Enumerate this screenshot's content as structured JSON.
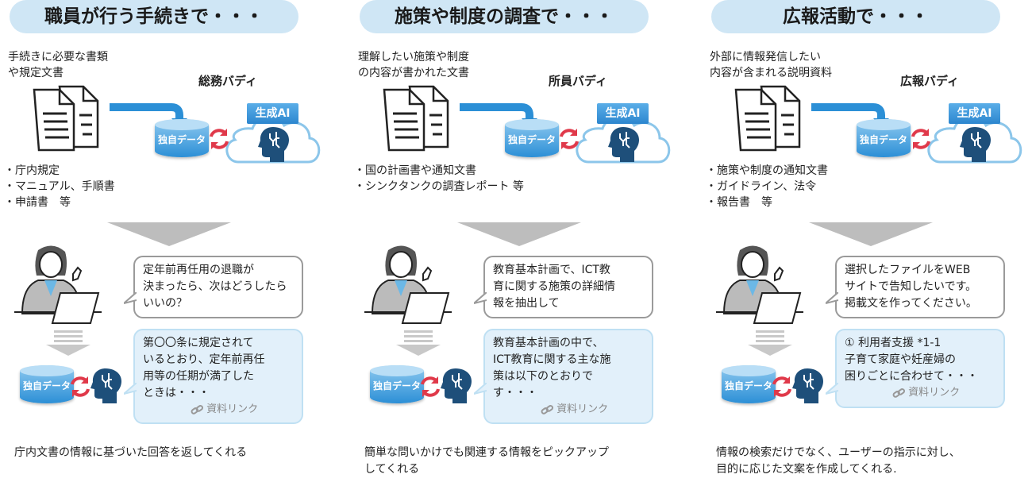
{
  "panels": [
    {
      "title": "職員が行う手続きで・・・",
      "source": "手続きに必要な書類\nや規定文書",
      "buddy": "総務バディ",
      "ai_tag": "生成AI",
      "db_label": "独自データ",
      "bullets": "・庁内規定\n・マニュアル、手順書\n・申請書　等",
      "question": "定年前再任用の退職が\n決まったら、次はどうしたら\nいいの？",
      "answer": "第〇〇条に規定されて\nいるとおり、定年前再任\n用等の任期が満了した\nときは・・・",
      "link": "資料リンク",
      "caption": "庁内文書の情報に基づいた回答を返してくれる"
    },
    {
      "title": "施策や制度の調査で・・・",
      "source": "理解したい施策や制度\nの内容が書かれた文書",
      "buddy": "所員バディ",
      "ai_tag": "生成AI",
      "db_label": "独自データ",
      "bullets": "・国の計画書や通知文書\n・シンクタンクの調査レポート 等",
      "question": "教育基本計画で、ICT教\n育に関する施策の詳細情\n報を抽出して",
      "answer": "教育基本計画の中で、\nICT教育に関する主な施\n策は以下のとおりで\nす・・・",
      "link": "資料リンク",
      "caption": "簡単な問いかけでも関連する情報をピックアップ\nしてくれる"
    },
    {
      "title": "広報活動で・・・",
      "source": "外部に情報発信したい\n内容が含まれる説明資料",
      "buddy": "広報バディ",
      "ai_tag": "生成AI",
      "db_label": "独自データ",
      "bullets": "・施策や制度の通知文書\n・ガイドライン、法令\n・報告書　等",
      "question": "選択したファイルをWEB\nサイトで告知したいです。\n掲載文を作ってください。",
      "answer": "① 利用者支援 *1-1\n子育て家庭や妊産婦の\n困りごとに合わせて・・・",
      "link": "資料リンク",
      "caption": "情報の検索だけでなく、ユーザーの指示に対し、\n目的に応じた文案を作成してくれる."
    }
  ],
  "colors": {
    "pill": "#cfe6f5",
    "accent": "#2b8fd6",
    "swap": "#e0394a",
    "head": "#1e4f7a"
  }
}
